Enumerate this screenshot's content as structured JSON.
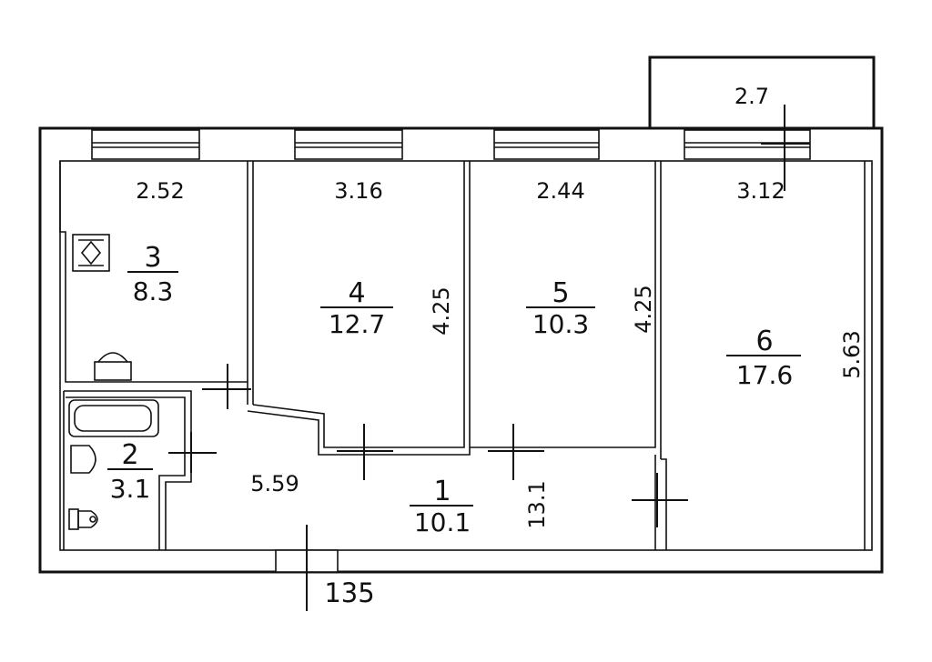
{
  "rooms": [
    {
      "id": "r3",
      "number": "3",
      "area": "8.3"
    },
    {
      "id": "r4",
      "number": "4",
      "area": "12.7"
    },
    {
      "id": "r5",
      "number": "5",
      "area": "10.3"
    },
    {
      "id": "r6",
      "number": "6",
      "area": "17.6"
    },
    {
      "id": "r2",
      "number": "2",
      "area": "3.1"
    },
    {
      "id": "r1",
      "number": "1",
      "area": "10.1"
    }
  ],
  "dimensions": {
    "balcony_width": "2.7",
    "room3_width": "2.52",
    "room4_width": "3.16",
    "room5_width": "2.44",
    "room6_width": "3.12",
    "room4_depth": "4.25",
    "room5_depth": "4.25",
    "room6_depth": "5.63",
    "hall_length": "5.59",
    "corridor_depth": "13.1",
    "entry_mark": "135"
  }
}
